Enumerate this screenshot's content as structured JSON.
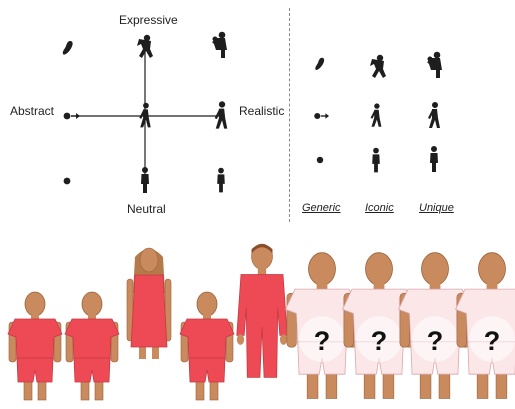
{
  "axis_labels": {
    "top": "Expressive",
    "left": "Abstract",
    "right": "Realistic",
    "bottom": "Neutral"
  },
  "column_labels": [
    "Generic",
    "Iconic",
    "Unique"
  ],
  "placeholder_mark": "?",
  "colors": {
    "ink": "#1e1e1e",
    "skin": "#c98a5e",
    "skin_outline": "#9a623d",
    "red_clothes": "#ee4a55",
    "pink_clothes": "#fbe6e8",
    "pink_outline": "#d7a8ad",
    "hair": "#b57a4a",
    "divider": "#8a8a8a"
  },
  "figure_icons": [
    "bean-icon",
    "running-figure-icon",
    "walking-figure-icon",
    "standing-figure-icon",
    "dot-arrow-icon",
    "dot-icon"
  ]
}
